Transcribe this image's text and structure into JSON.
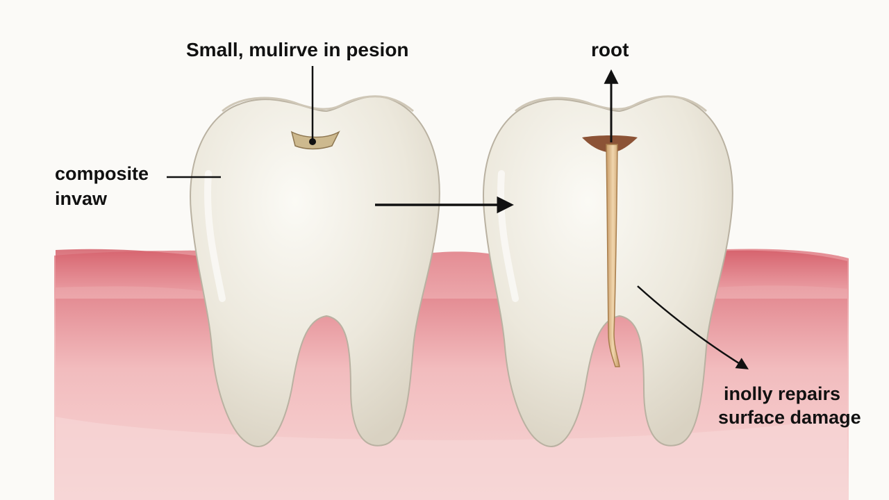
{
  "labels": {
    "top_left": "Small, mulirve in pesion",
    "top_right": "root",
    "left_line1": "composite",
    "left_line2": "invaw",
    "right_line1": "inolly repairs",
    "right_line2": "surface damage"
  },
  "colors": {
    "background": "#fbfaf7",
    "gum": "#e89a9f",
    "gum_dark": "#c7505a",
    "enamel": "#f1eee6",
    "filling": "#cdb98e",
    "decay": "#8c5336",
    "canal": "#e2c08f",
    "ink": "#111111"
  }
}
